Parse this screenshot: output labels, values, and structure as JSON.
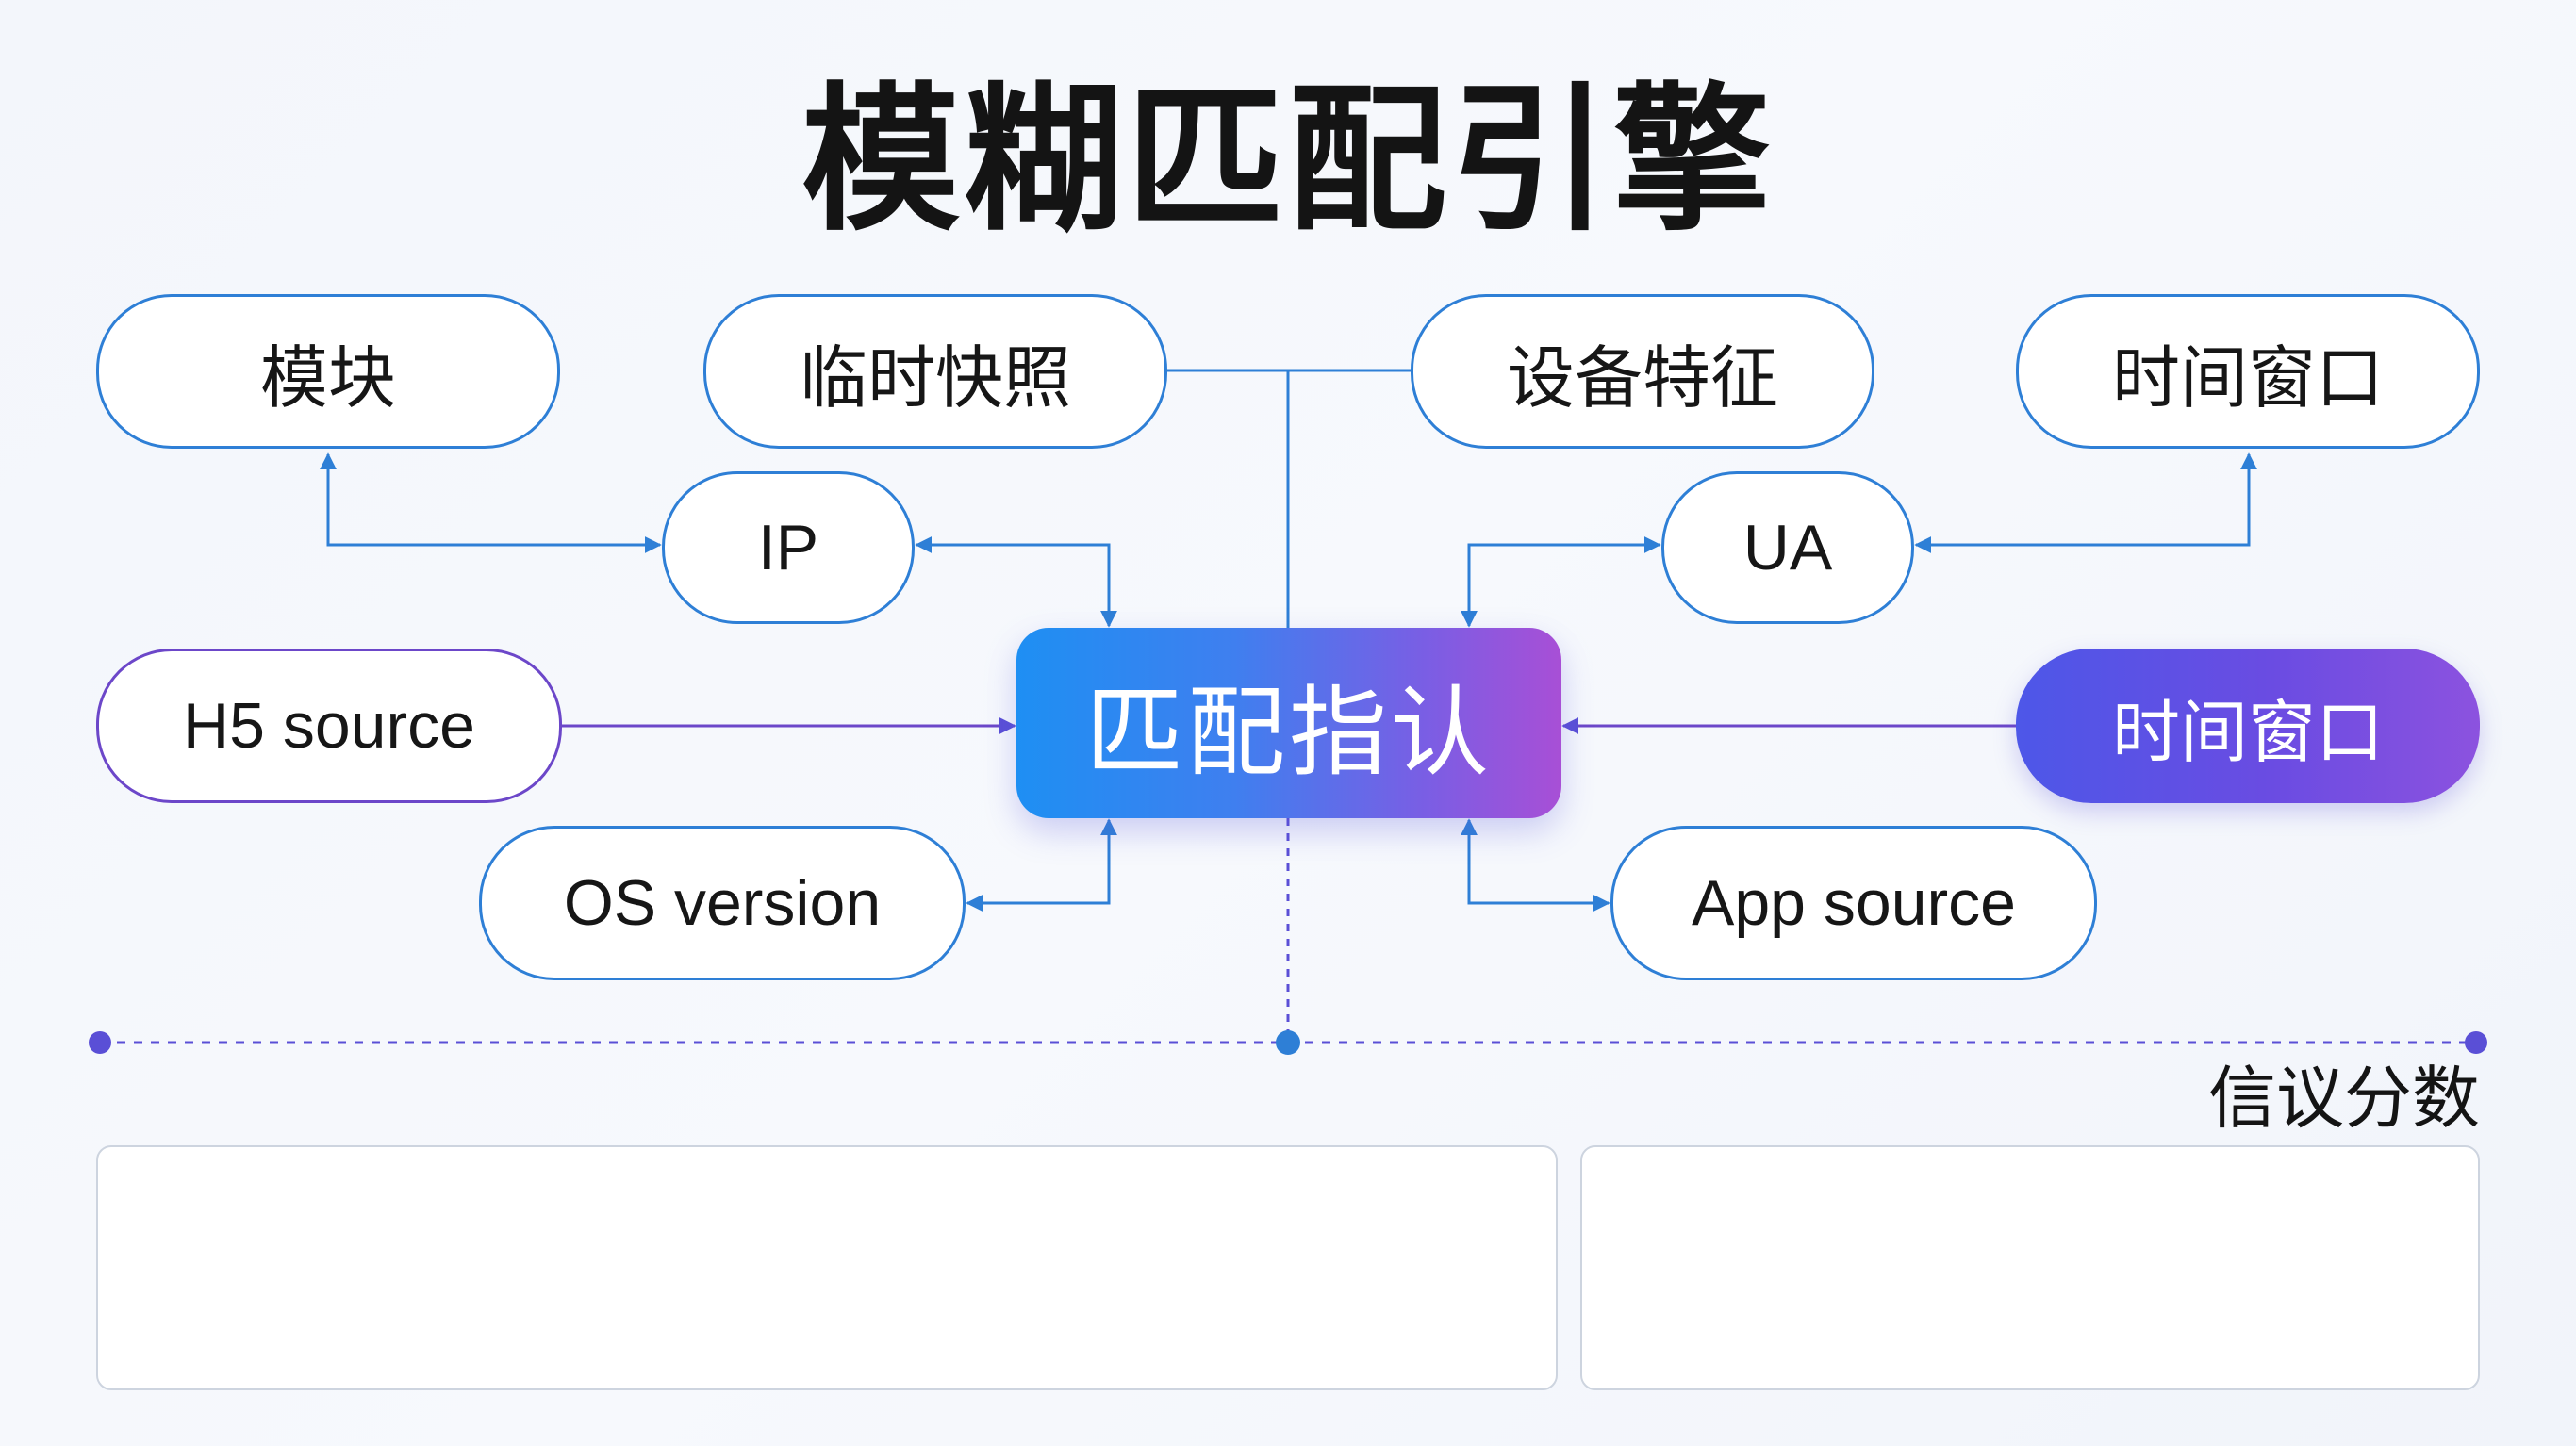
{
  "title": "模糊匹配引擎",
  "center_node": "匹配指认",
  "nodes": {
    "module": "模块",
    "snapshot": "临时快照",
    "device": "设备特征",
    "time_window_top": "时间窗口",
    "ip": "IP",
    "ua": "UA",
    "h5_source": "H5 source",
    "time_window_right": "时间窗口",
    "os_version": "OS version",
    "app_source": "App source"
  },
  "score_label": "信议分数",
  "colors": {
    "line_blue": "#2e7fd6",
    "line_violet": "#6c47c9",
    "center_gradient_start": "#1e8ff3",
    "center_gradient_end": "#a84fd6",
    "dotted_axis": "#5a4fd6"
  }
}
